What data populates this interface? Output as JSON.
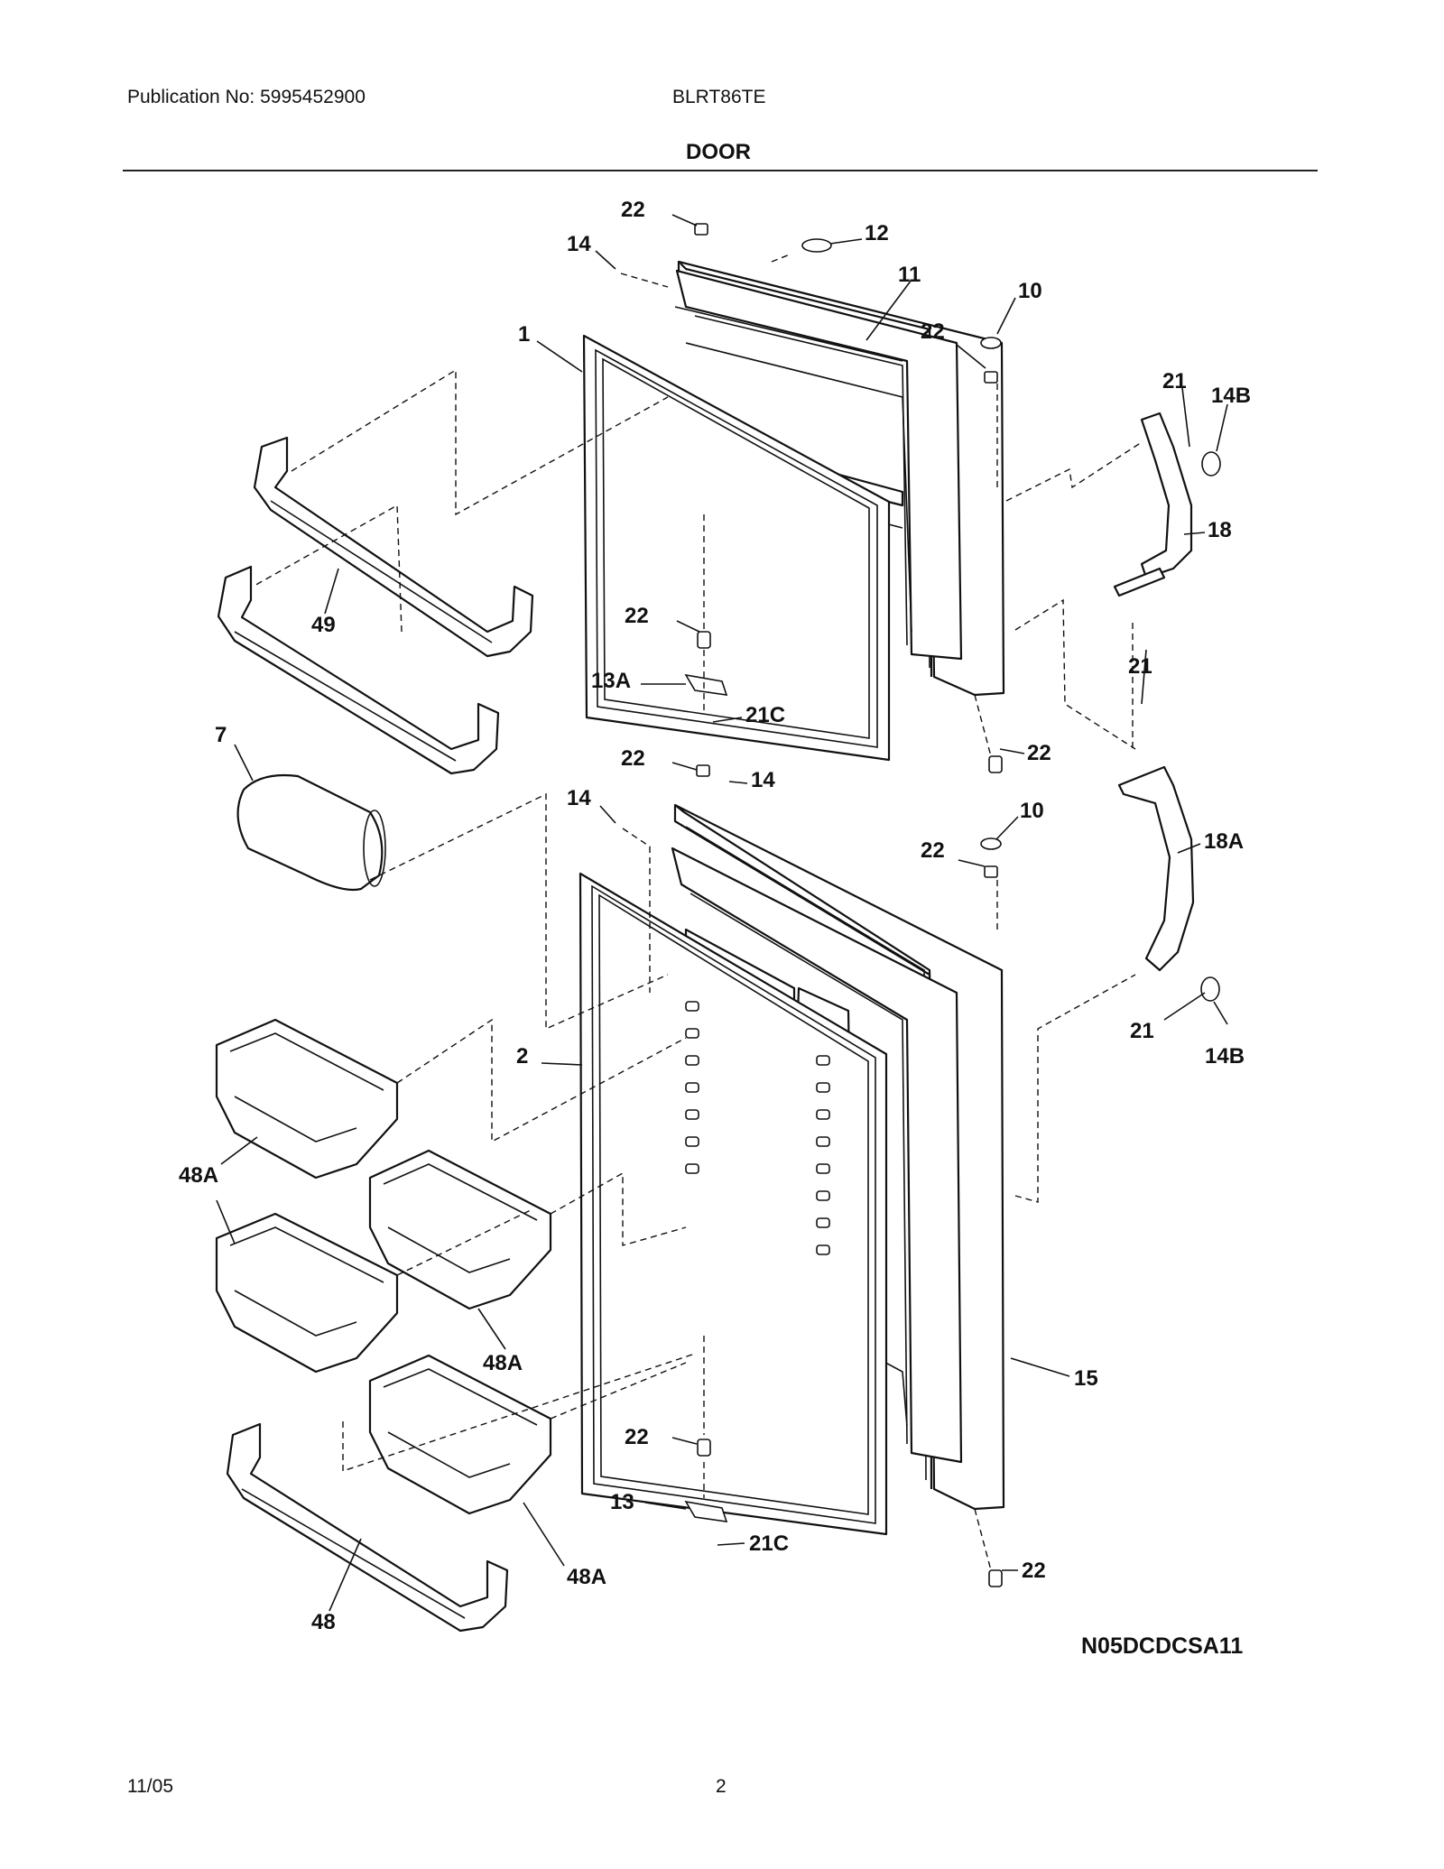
{
  "header": {
    "publication": "Publication No: 5995452900",
    "model": "BLRT86TE",
    "section_title": "DOOR"
  },
  "diagram": {
    "code": "N05DCDCSA11",
    "callouts": [
      "22",
      "12",
      "14",
      "11",
      "10",
      "22",
      "1",
      "21",
      "14B",
      "18",
      "49",
      "22",
      "13A",
      "21C",
      "21",
      "22",
      "7",
      "22",
      "14",
      "14",
      "10",
      "22",
      "18A",
      "2",
      "21",
      "14B",
      "48A",
      "48A",
      "15",
      "22",
      "48A",
      "13",
      "21C",
      "22",
      "48"
    ]
  },
  "footer": {
    "date": "11/05",
    "page": "2"
  }
}
